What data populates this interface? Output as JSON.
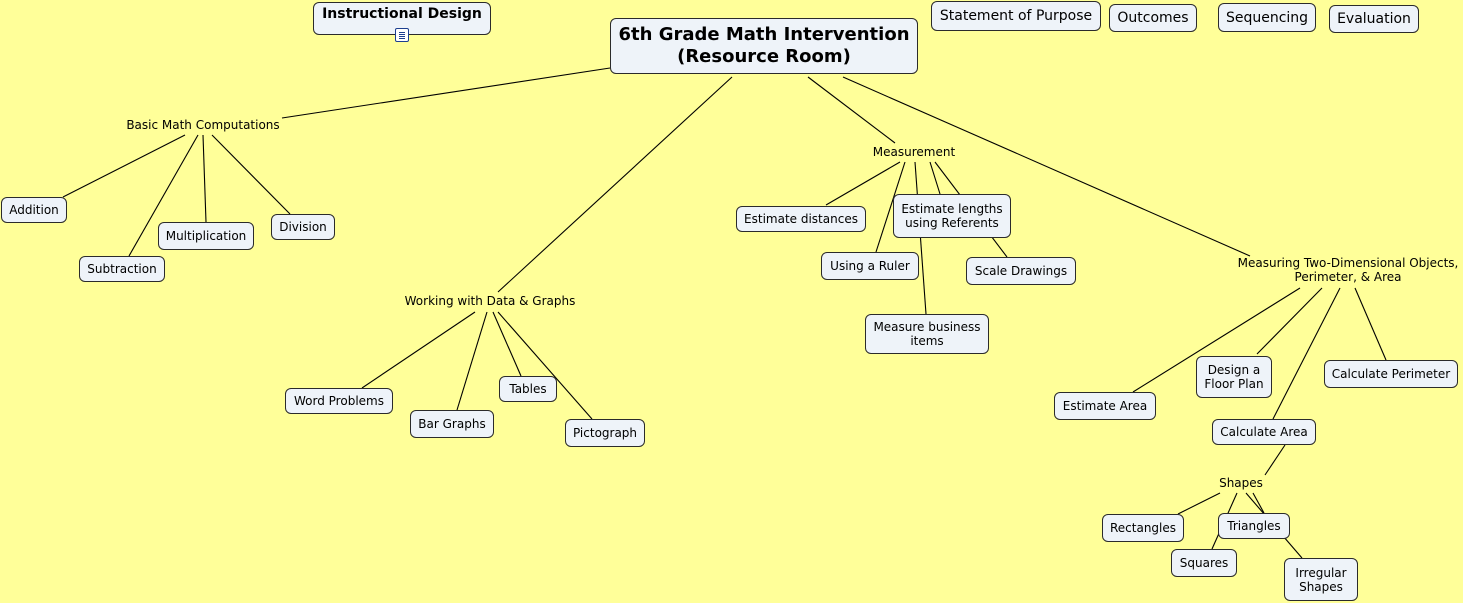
{
  "central": {
    "line1": "6th Grade Math Intervention",
    "line2": "(Resource Room)"
  },
  "top_nodes": {
    "instructional_design": "Instructional Design",
    "statement_of_purpose": "Statement of Purpose",
    "outcomes": "Outcomes",
    "sequencing": "Sequencing",
    "evaluation": "Evaluation"
  },
  "icons": {
    "note": "document-icon"
  },
  "basic_math": {
    "label": "Basic Math Computations",
    "addition": "Addition",
    "subtraction": "Subtraction",
    "multiplication": "Multiplication",
    "division": "Division"
  },
  "data_graphs": {
    "label": "Working with Data & Graphs",
    "word_problems": "Word Problems",
    "bar_graphs": "Bar Graphs",
    "tables": "Tables",
    "pictograph": "Pictograph"
  },
  "measurement": {
    "label": "Measurement",
    "estimate_distances": "Estimate distances",
    "estimate_lengths": "Estimate lengths using Referents",
    "using_ruler": "Using a Ruler",
    "scale_drawings": "Scale Drawings",
    "measure_business": "Measure business items"
  },
  "two_dim": {
    "label": "Measuring Two-Dimensional Objects, Perimeter, & Area",
    "estimate_area": "Estimate Area",
    "floor_plan": "Design a Floor Plan",
    "calc_perimeter": "Calculate Perimeter",
    "calc_area": "Calculate Area",
    "shapes": "Shapes",
    "rectangles": "Rectangles",
    "triangles": "Triangles",
    "squares": "Squares",
    "irregular": "Irregular Shapes"
  }
}
